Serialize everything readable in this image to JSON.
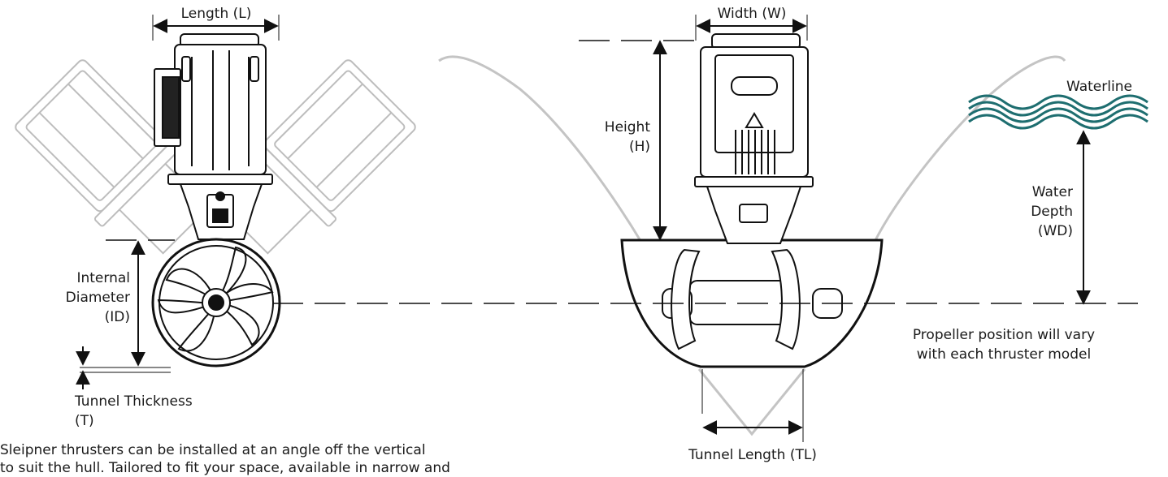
{
  "labels": {
    "length": "Length (L)",
    "width": "Width (W)",
    "height_1": "Height",
    "height_2": "(H)",
    "internal_1": "Internal",
    "internal_2": "Diameter",
    "internal_3": "(ID)",
    "tunnel_thickness_1": "Tunnel Thickness",
    "tunnel_thickness_2": "(T)",
    "waterline": "Waterline",
    "water_depth_1": "Water",
    "water_depth_2": "Depth",
    "water_depth_3": "(WD)",
    "prop_note_1": "Propeller position will vary",
    "prop_note_2": "with each thruster model",
    "tunnel_length": "Tunnel Length (TL)",
    "install_note_1": "Sleipner thrusters can be installed at an angle off the vertical",
    "install_note_2": "to suit the hull. Tailored to fit your space, available in narrow and"
  },
  "colors": {
    "line": "#111111",
    "ghost": "#bdbdbd",
    "water": "#1e6e70"
  }
}
